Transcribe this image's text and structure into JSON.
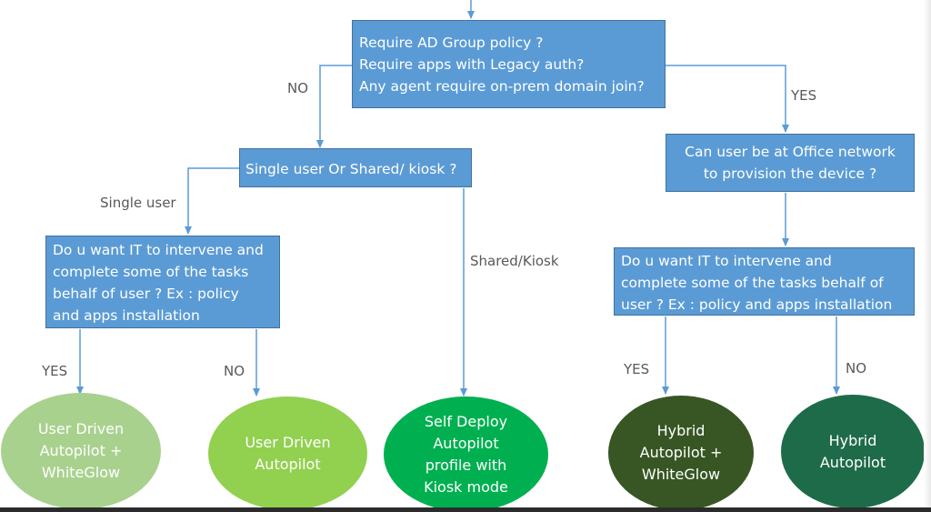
{
  "nodes": {
    "root": {
      "lines": [
        "Require AD Group policy ?",
        "Require apps with Legacy auth?",
        "Any agent require on-prem domain join?"
      ]
    },
    "single_shared": {
      "lines": [
        "Single user Or Shared/ kiosk ?"
      ]
    },
    "office_network": {
      "lines": [
        "Can user  be at Office network",
        "to provision the device ?"
      ]
    },
    "it_intervene_left": {
      "lines": [
        "Do u want IT to intervene and",
        "complete some of the tasks",
        "behalf of user ? Ex : policy",
        "and apps installation"
      ]
    },
    "it_intervene_right": {
      "lines": [
        "Do u want IT to intervene and",
        "complete some of the tasks behalf of",
        "user ? Ex : policy and apps installation"
      ]
    }
  },
  "edge_labels": {
    "root_no": "NO",
    "root_yes": "YES",
    "single_user": "Single user",
    "shared_kiosk": "Shared/Kiosk",
    "left_yes": "YES",
    "left_no": "NO",
    "right_yes": "YES",
    "right_no": "NO"
  },
  "outcomes": [
    {
      "lines": [
        "User Driven",
        "Autopilot +",
        "WhiteGlow"
      ],
      "color": "#a9d18e"
    },
    {
      "lines": [
        "User Driven",
        "Autopilot"
      ],
      "color": "#92d050"
    },
    {
      "lines": [
        "Self Deploy",
        "Autopilot",
        "profile with",
        "Kiosk mode"
      ],
      "color": "#00b050"
    },
    {
      "lines": [
        "Hybrid",
        "Autopilot +",
        "WhiteGlow"
      ],
      "color": "#375623"
    },
    {
      "lines": [
        "Hybrid",
        "Autopilot"
      ],
      "color": "#1e6b4a"
    }
  ],
  "colors": {
    "box_fill": "#5b9bd5",
    "box_border": "#41719c",
    "connector": "#5b9bd5",
    "label_text": "#595959"
  }
}
